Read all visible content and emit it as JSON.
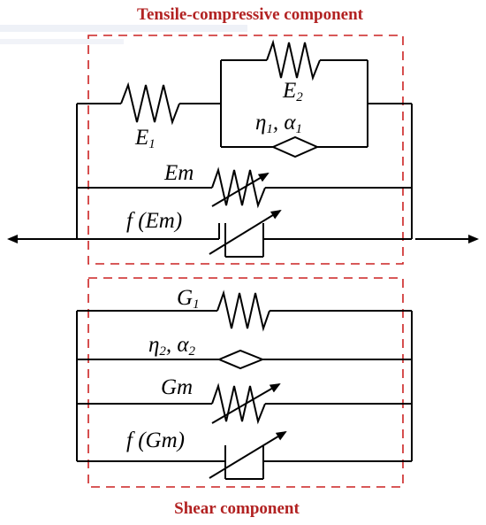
{
  "diagram": {
    "title_top": "Tensile-compressive component",
    "title_bottom": "Shear component",
    "colors": {
      "box": "#cc2222",
      "title": "#b22222",
      "line": "#000000"
    },
    "tensile": {
      "spring_e1": {
        "symbol": "E",
        "sub": "1"
      },
      "spring_e2": {
        "symbol": "E",
        "sub": "2"
      },
      "dashpot": {
        "eta": "η",
        "eta_sub": "1",
        "sep": ", ",
        "alpha": "α",
        "alpha_sub": "1"
      },
      "variable_spring": {
        "label": "Em"
      },
      "friction": {
        "label": "f (Em)"
      }
    },
    "shear": {
      "spring_g1": {
        "symbol": "G",
        "sub": "1"
      },
      "dashpot": {
        "eta": "η",
        "eta_sub": "2",
        "sep": ", ",
        "alpha": "α",
        "alpha_sub": "2"
      },
      "variable_spring": {
        "label": "Gm"
      },
      "friction": {
        "label": "f (Gm)"
      }
    }
  }
}
